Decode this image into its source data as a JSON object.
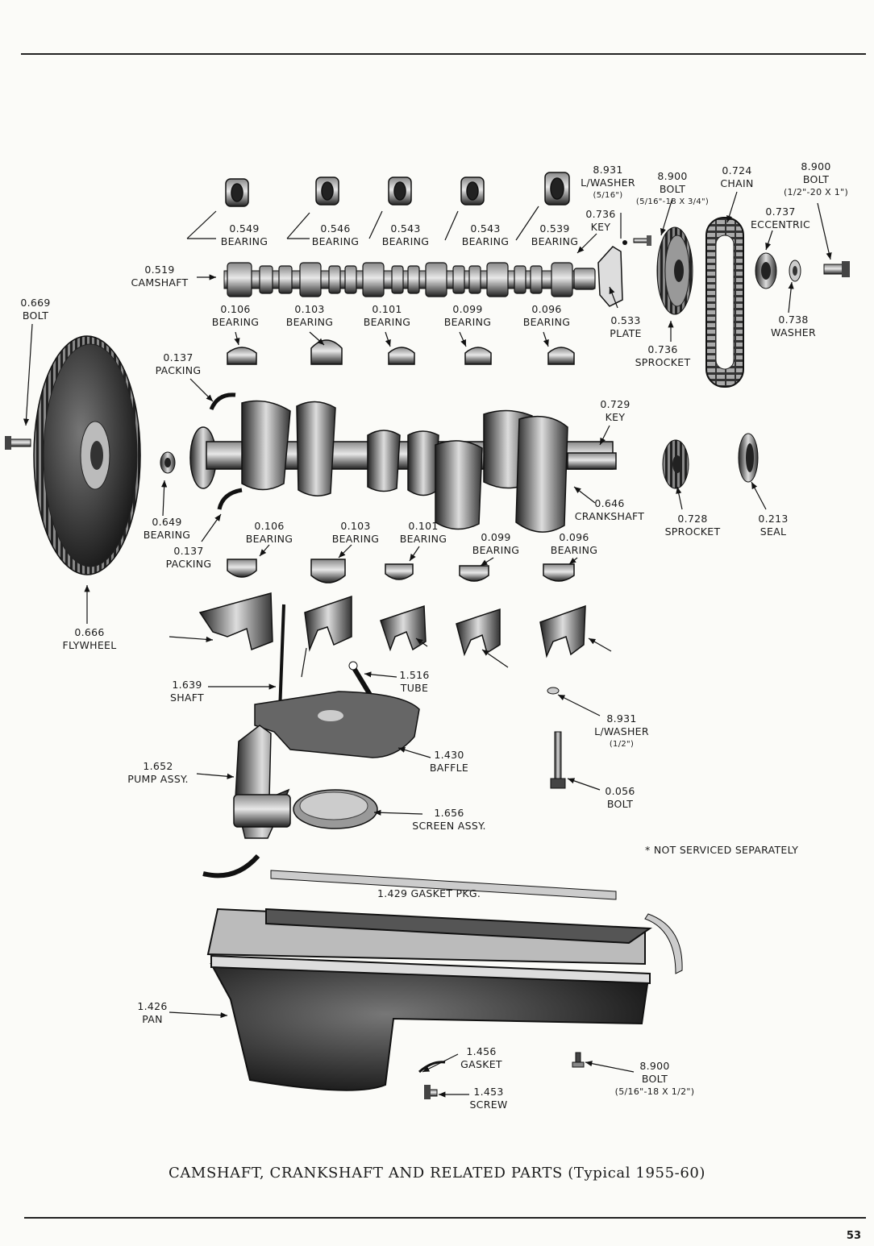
{
  "caption": "CAMSHAFT, CRANKSHAFT AND RELATED PARTS (Typical 1955-60)",
  "page_number": "53",
  "note": "* NOT SERVICED SEPARATELY",
  "labels": {
    "cam_bearing_1": {
      "num": "0.549",
      "name": "BEARING"
    },
    "cam_bearing_2": {
      "num": "0.546",
      "name": "BEARING"
    },
    "cam_bearing_3": {
      "num": "0.543",
      "name": "BEARING"
    },
    "cam_bearing_4": {
      "num": "0.543",
      "name": "BEARING"
    },
    "cam_bearing_5": {
      "num": "0.539",
      "name": "BEARING"
    },
    "lock_washer_top": {
      "num": "8.931",
      "name": "L/WASHER",
      "spec": "(5/16\")"
    },
    "cam_key": {
      "num": "0.736",
      "name": "KEY"
    },
    "bolt_cam": {
      "num": "8.900",
      "name": "BOLT",
      "spec": "(5/16\"-18 X 3/4\")"
    },
    "chain": {
      "num": "0.724",
      "name": "CHAIN"
    },
    "bolt_top_right": {
      "num": "8.900",
      "name": "BOLT",
      "spec": "(1/2\"-20 X 1\")"
    },
    "eccentric": {
      "num": "0.737",
      "name": "ECCENTRIC"
    },
    "camshaft": {
      "num": "0.519",
      "name": "CAMSHAFT"
    },
    "plate": {
      "num": "0.533",
      "name": "PLATE"
    },
    "cam_sprocket": {
      "num": "0.736",
      "name": "SPROCKET"
    },
    "washer": {
      "num": "0.738",
      "name": "WASHER"
    },
    "bolt_flywheel": {
      "num": "0.669",
      "name": "BOLT"
    },
    "upper_bearing_1": {
      "num": "0.106",
      "name": "BEARING"
    },
    "upper_bearing_2": {
      "num": "0.103",
      "name": "BEARING"
    },
    "upper_bearing_3": {
      "num": "0.101",
      "name": "BEARING"
    },
    "upper_bearing_4": {
      "num": "0.099",
      "name": "BEARING"
    },
    "upper_bearing_5": {
      "num": "0.096",
      "name": "BEARING"
    },
    "packing_top": {
      "num": "0.137",
      "name": "PACKING"
    },
    "crank_key": {
      "num": "0.729",
      "name": "KEY"
    },
    "crankshaft": {
      "num": "0.646",
      "name": "CRANKSHAFT"
    },
    "pilot_bearing": {
      "num": "0.649",
      "name": "BEARING"
    },
    "packing_bottom": {
      "num": "0.137",
      "name": "PACKING"
    },
    "lower_bearing_1": {
      "num": "0.106",
      "name": "BEARING"
    },
    "lower_bearing_2": {
      "num": "0.103",
      "name": "BEARING"
    },
    "lower_bearing_3": {
      "num": "0.101",
      "name": "BEARING"
    },
    "lower_bearing_4": {
      "num": "0.099",
      "name": "BEARING"
    },
    "lower_bearing_5": {
      "num": "0.096",
      "name": "BEARING"
    },
    "crank_sprocket": {
      "num": "0.728",
      "name": "SPROCKET"
    },
    "seal": {
      "num": "0.213",
      "name": "SEAL"
    },
    "flywheel": {
      "num": "0.666",
      "name": "FLYWHEEL"
    },
    "shaft": {
      "num": "1.639",
      "name": "SHAFT"
    },
    "tube": {
      "num": "1.516",
      "name": "TUBE"
    },
    "lock_washer_bottom": {
      "num": "8.931",
      "name": "L/WASHER",
      "spec": "(1/2\")"
    },
    "baffle": {
      "num": "1.430",
      "name": "BAFFLE"
    },
    "pump": {
      "num": "1.652",
      "name": "PUMP ASSY."
    },
    "bolt_main": {
      "num": "0.056",
      "name": "BOLT"
    },
    "screen": {
      "num": "1.656",
      "name": "SCREEN ASSY."
    },
    "gasket_pkg": {
      "text": "1.429 GASKET PKG."
    },
    "pan": {
      "num": "1.426",
      "name": "PAN"
    },
    "pan_gasket": {
      "num": "1.456",
      "name": "GASKET"
    },
    "screw": {
      "num": "1.453",
      "name": "SCREW"
    },
    "bolt_pan": {
      "num": "8.900",
      "name": "BOLT",
      "spec": "(5/16\"-18 X 1/2\")"
    }
  }
}
